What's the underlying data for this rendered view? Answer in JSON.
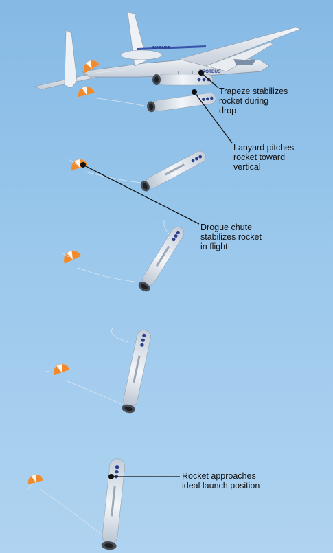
{
  "figure": {
    "aircraft_tail_mark": "N281PR",
    "aircraft_name": "PROTEUS"
  },
  "callouts": [
    {
      "id": "trapeze",
      "text": "Trapeze stabilizes\nrocket during\ndrop"
    },
    {
      "id": "lanyard",
      "text": "Lanyard pitches\nrocket toward\nvertical"
    },
    {
      "id": "drogue",
      "text": "Drogue chute\nstabilizes rocket\nin flight"
    },
    {
      "id": "approach",
      "text": "Rocket approaches\nideal launch position"
    }
  ],
  "colors": {
    "rocket_body": "#eef2f6",
    "rocket_shadow": "#aab6c4",
    "rocket_window": "#2a3f8c",
    "chute_orange": "#f08a2c",
    "chute_white": "#fbf6ef",
    "line": "#111111"
  }
}
